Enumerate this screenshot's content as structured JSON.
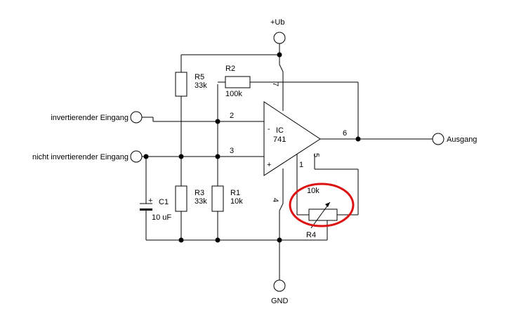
{
  "labels": {
    "supply": "+Ub",
    "ground": "GND",
    "inverting_input": "invertierender Eingang",
    "noninverting_input": "nicht invertierender Eingang",
    "output": "Ausgang",
    "ic_line1": "IC",
    "ic_line2": "741",
    "ic_minus": "-",
    "ic_plus": "+"
  },
  "components": {
    "R1": {
      "name": "R1",
      "value": "10k"
    },
    "R2": {
      "name": "R2",
      "value": "100k"
    },
    "R3": {
      "name": "R3",
      "value": "33k"
    },
    "R4": {
      "name": "R4",
      "value": "10k"
    },
    "R5": {
      "name": "R5",
      "value": "33k"
    },
    "C1": {
      "name": "C1",
      "value": "10 uF",
      "polarity": "+"
    }
  },
  "pins": {
    "p1": "1",
    "p2": "2",
    "p3": "3",
    "p4": "4",
    "p5": "5",
    "p6": "6",
    "p7": "7"
  },
  "highlight": {
    "color": "#dd1111",
    "target": "R4"
  }
}
